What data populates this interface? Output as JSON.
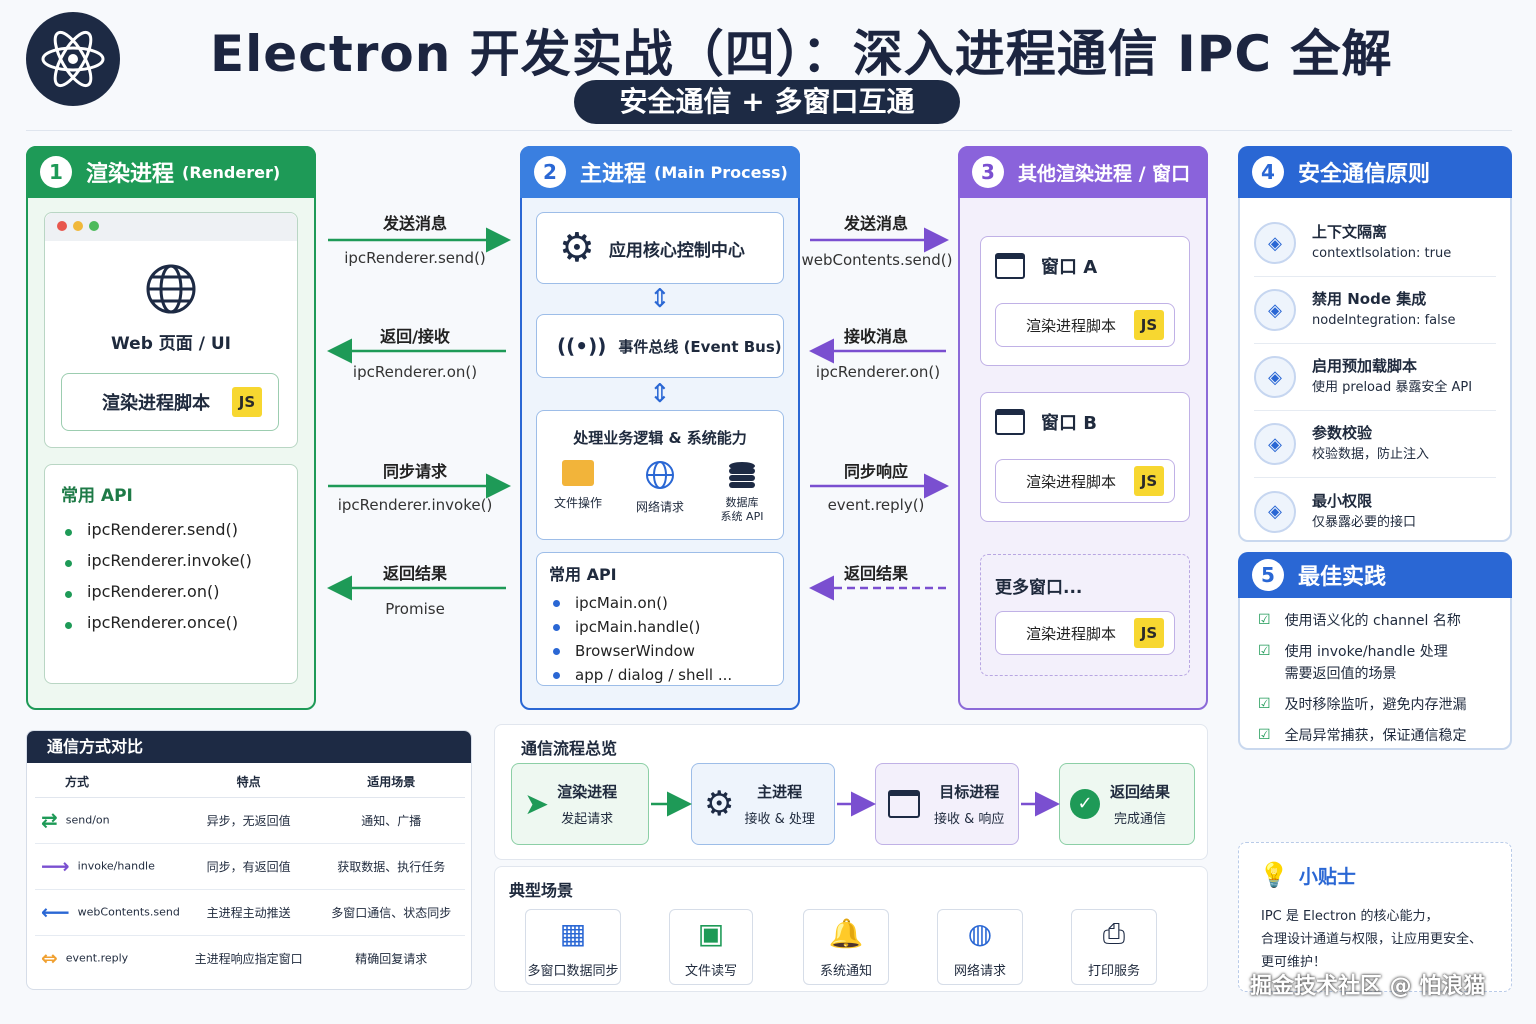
{
  "title": "Electron 开发实战（四）：深入进程通信 IPC 全解",
  "subtitle": "安全通信 + 多窗口互通",
  "panel1": {
    "num": "1",
    "title": "渲染进程",
    "title_en": "(Renderer)",
    "web_label": "Web 页面 / UI",
    "script_label": "渲染进程脚本",
    "js": "JS",
    "api_title": "常用 API",
    "apis": [
      "ipcRenderer.send()",
      "ipcRenderer.invoke()",
      "ipcRenderer.on()",
      "ipcRenderer.once()"
    ]
  },
  "arrows_left": [
    {
      "label": "发送消息",
      "code": "ipcRenderer.send()"
    },
    {
      "label": "返回/接收",
      "code": "ipcRenderer.on()"
    },
    {
      "label": "同步请求",
      "code": "ipcRenderer.invoke()"
    },
    {
      "label": "返回结果",
      "code": "Promise"
    }
  ],
  "panel2": {
    "num": "2",
    "title": "主进程",
    "title_en": "(Main Process)",
    "core": "应用核心控制中心",
    "bus": "事件总线 (Event Bus)",
    "logic_title": "处理业务逻辑 & 系统能力",
    "caps": [
      "文件操作",
      "网络请求",
      "数据库\n系统 API"
    ],
    "api_title": "常用 API",
    "apis": [
      "ipcMain.on()",
      "ipcMain.handle()",
      "BrowserWindow",
      "app / dialog / shell ..."
    ]
  },
  "arrows_right": [
    {
      "label": "发送消息",
      "code": "webContents.send()"
    },
    {
      "label": "接收消息",
      "code": "ipcRenderer.on()"
    },
    {
      "label": "同步响应",
      "code": "event.reply()"
    },
    {
      "label": "返回结果",
      "code": ""
    }
  ],
  "panel3": {
    "num": "3",
    "title": "其他渲染进程 / 窗口",
    "win_a": "窗口 A",
    "win_b": "窗口 B",
    "more": "更多窗口...",
    "script_label": "渲染进程脚本",
    "js": "JS"
  },
  "panel4": {
    "num": "4",
    "title": "安全通信原则",
    "items": [
      {
        "title": "上下文隔离",
        "desc": "contextIsolation: true"
      },
      {
        "title": "禁用 Node 集成",
        "desc": "nodeIntegration: false"
      },
      {
        "title": "启用预加载脚本",
        "desc": "使用 preload 暴露安全 API"
      },
      {
        "title": "参数校验",
        "desc": "校验数据，防止注入"
      },
      {
        "title": "最小权限",
        "desc": "仅暴露必要的接口"
      }
    ]
  },
  "panel5": {
    "num": "5",
    "title": "最佳实践",
    "items": [
      "使用语义化的 channel 名称",
      "使用 invoke/handle 处理\n需要返回值的场景",
      "及时移除监听，避免内存泄漏",
      "全局异常捕获，保证通信稳定"
    ]
  },
  "compare": {
    "title": "通信方式对比",
    "headers": [
      "方式",
      "特点",
      "适用场景"
    ],
    "rows": [
      {
        "method": "send/on",
        "feature": "异步，无返回值",
        "scene": "通知、广播",
        "color": "#1e9a57"
      },
      {
        "method": "invoke/handle",
        "feature": "同步，有返回值",
        "scene": "获取数据、执行任务",
        "color": "#7a4fd0"
      },
      {
        "method": "webContents.send",
        "feature": "主进程主动推送",
        "scene": "多窗口通信、状态同步",
        "color": "#2a67d4"
      },
      {
        "method": "event.reply",
        "feature": "主进程响应指定窗口",
        "scene": "精确回复请求",
        "color": "#f0a030"
      }
    ]
  },
  "flow": {
    "title": "通信流程总览",
    "steps": [
      {
        "title": "渲染进程",
        "sub": "发起请求"
      },
      {
        "title": "主进程",
        "sub": "接收 & 处理"
      },
      {
        "title": "目标进程",
        "sub": "接收 & 响应"
      },
      {
        "title": "返回结果",
        "sub": "完成通信"
      }
    ]
  },
  "scenes": {
    "title": "典型场景",
    "items": [
      "多窗口数据同步",
      "文件读写",
      "系统通知",
      "网络请求",
      "打印服务"
    ]
  },
  "tip": {
    "title": "小贴士",
    "text": "IPC 是 Electron 的核心能力，\n合理设计通道与权限，让应用更安全、\n更可维护！"
  },
  "watermark": "掘金技术社区 @ 怕浪猫",
  "colors": {
    "green": "#1e9a57",
    "blue": "#2a67d4",
    "purple": "#7a4fd0",
    "navy": "#1d2a44"
  }
}
